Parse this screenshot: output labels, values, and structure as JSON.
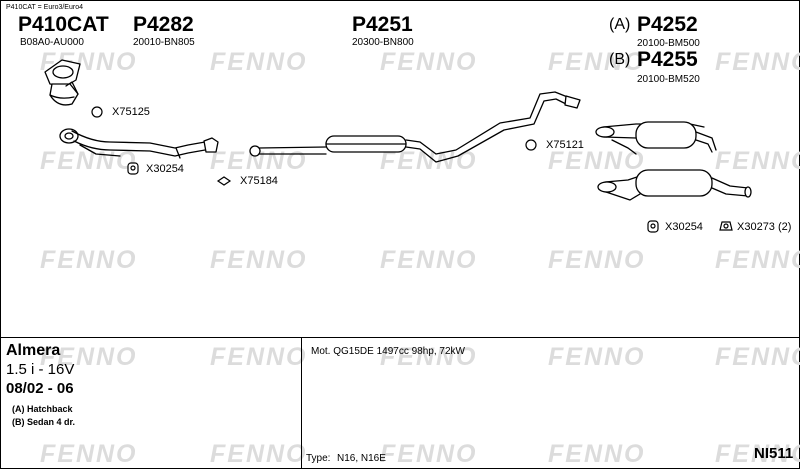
{
  "header": {
    "note": "P410CAT = Euro3/Euro4"
  },
  "parts": [
    {
      "code": "P410CAT",
      "ref": "B08A0-AU000"
    },
    {
      "code": "P4282",
      "ref": "20010-BN805"
    },
    {
      "code": "P4251",
      "ref": "20300-BN800"
    },
    {
      "variant": "(A)",
      "code": "P4252",
      "ref": "20100-BM500"
    },
    {
      "variant": "(B)",
      "code": "P4255",
      "ref": "20100-BM520"
    }
  ],
  "fittings": [
    {
      "label": "X75125",
      "icon": "gasket-ring-icon"
    },
    {
      "label": "X30254",
      "icon": "rubber-hanger-icon"
    },
    {
      "label": "X75184",
      "icon": "flange-gasket-icon"
    },
    {
      "label": "X75121",
      "icon": "gasket-ring-icon"
    },
    {
      "label": "X30254",
      "icon": "rubber-hanger-icon"
    },
    {
      "label": "X30273 (2)",
      "icon": "clamp-bolt-icon"
    }
  ],
  "vehicle": {
    "model": "Almera",
    "engine_size": "1.5 i - 16V",
    "years": "08/02 - 06",
    "variant_a": "(A) Hatchback",
    "variant_b": "(B) Sedan 4 dr."
  },
  "motor": {
    "label": "Mot. QG15DE 1497cc 98hp, 72kW"
  },
  "type": {
    "label": "Type:",
    "value": "N16, N16E"
  },
  "diagram_code": "NI511",
  "watermark": "FENNO",
  "colors": {
    "watermark": "#dcdcdc",
    "line": "#000000",
    "part_fill": "#ffffff"
  }
}
